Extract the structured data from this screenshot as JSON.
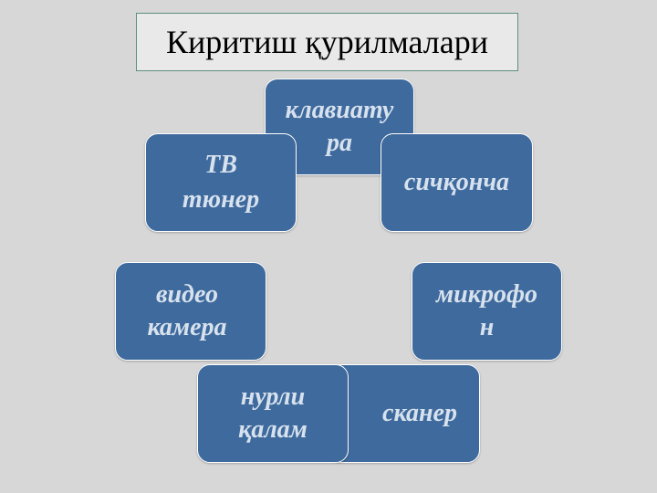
{
  "title": "Киритиш қурилмалари",
  "devices": {
    "keyboard": "клавиату\nра",
    "tv_tuner": "ТВ\nтюнер",
    "mouse": "сичқонча",
    "video_camera": "видео\nкамера",
    "microphone": "микрофо\nн",
    "light_pen": "нурли\nқалам",
    "scanner": "сканер"
  },
  "colors": {
    "background": "#d7d7d7",
    "node_fill": "#3f6a9d",
    "node_text": "#d7e2ee",
    "title_border": "#5f8f7f"
  }
}
